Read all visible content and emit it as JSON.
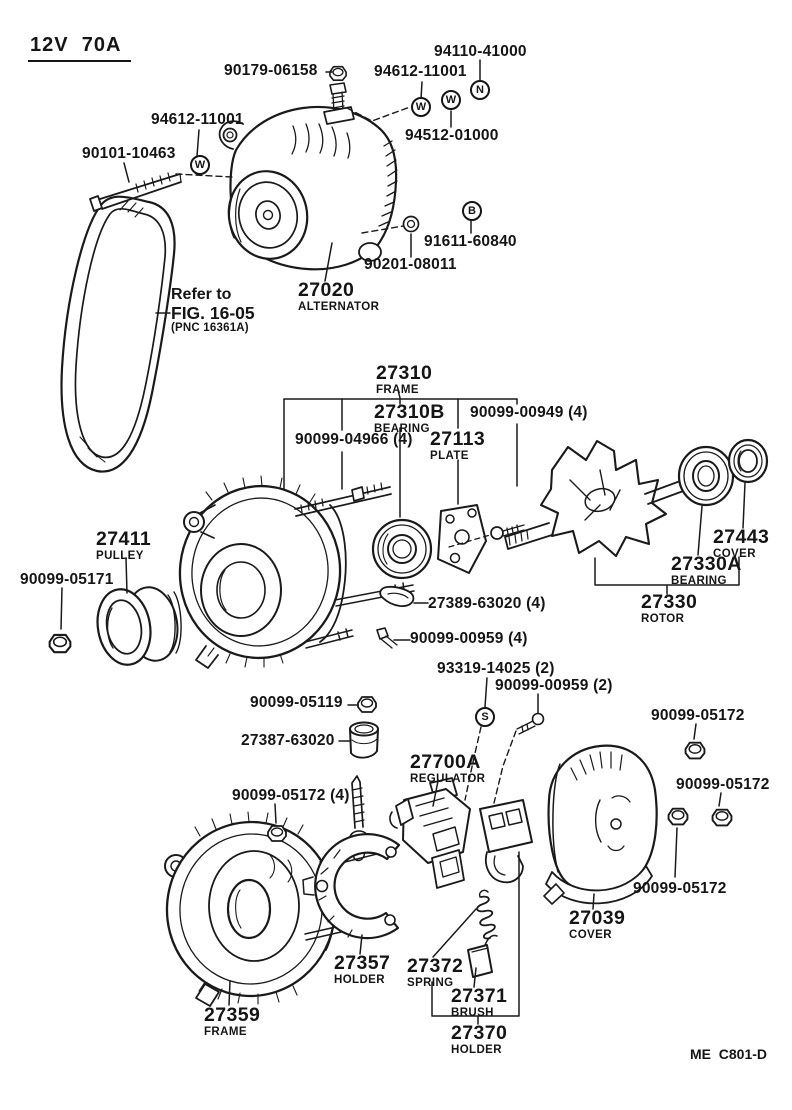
{
  "title": "12V  70A",
  "drawing_code": "ME  C801-D",
  "note": {
    "line1": "Refer to",
    "line2": "FIG. 16-05",
    "line3": "(PNC 16361A)"
  },
  "labels": [
    {
      "pn": "90179-06158",
      "sub": ""
    },
    {
      "pn": "94612-11001",
      "sub": ""
    },
    {
      "pn": "94110-41000",
      "sub": ""
    },
    {
      "pn": "94512-01000",
      "sub": ""
    },
    {
      "pn": "94612-11001",
      "sub": ""
    },
    {
      "pn": "90101-10463",
      "sub": ""
    },
    {
      "pn": "91611-60840",
      "sub": ""
    },
    {
      "pn": "90201-08011",
      "sub": ""
    },
    {
      "pn": "27020",
      "sub": "ALTERNATOR"
    },
    {
      "pn": "27310",
      "sub": "FRAME"
    },
    {
      "pn": "27310B",
      "sub": "BEARING"
    },
    {
      "pn": "90099-00949 (4)",
      "sub": ""
    },
    {
      "pn": "90099-04966 (4)",
      "sub": ""
    },
    {
      "pn": "27113",
      "sub": "PLATE"
    },
    {
      "pn": "27443",
      "sub": "COVER"
    },
    {
      "pn": "27330A",
      "sub": "BEARING"
    },
    {
      "pn": "27330",
      "sub": "ROTOR"
    },
    {
      "pn": "27411",
      "sub": "PULLEY"
    },
    {
      "pn": "90099-05171",
      "sub": ""
    },
    {
      "pn": "27389-63020 (4)",
      "sub": ""
    },
    {
      "pn": "90099-00959 (4)",
      "sub": ""
    },
    {
      "pn": "93319-14025 (2)",
      "sub": ""
    },
    {
      "pn": "90099-00959 (2)",
      "sub": ""
    },
    {
      "pn": "90099-05119",
      "sub": ""
    },
    {
      "pn": "27387-63020",
      "sub": ""
    },
    {
      "pn": "27700A",
      "sub": "REGULATOR"
    },
    {
      "pn": "90099-05172",
      "sub": ""
    },
    {
      "pn": "90099-05172",
      "sub": ""
    },
    {
      "pn": "90099-05172 (4)",
      "sub": ""
    },
    {
      "pn": "90099-05172",
      "sub": ""
    },
    {
      "pn": "27039",
      "sub": "COVER"
    },
    {
      "pn": "27359",
      "sub": "FRAME"
    },
    {
      "pn": "27357",
      "sub": "HOLDER"
    },
    {
      "pn": "27372",
      "sub": "SPRING"
    },
    {
      "pn": "27371",
      "sub": "BRUSH"
    },
    {
      "pn": "27370",
      "sub": "HOLDER"
    }
  ],
  "callouts": [
    {
      "letter": "W"
    },
    {
      "letter": "W"
    },
    {
      "letter": "W"
    },
    {
      "letter": "N"
    },
    {
      "letter": "B"
    },
    {
      "letter": "S"
    }
  ]
}
